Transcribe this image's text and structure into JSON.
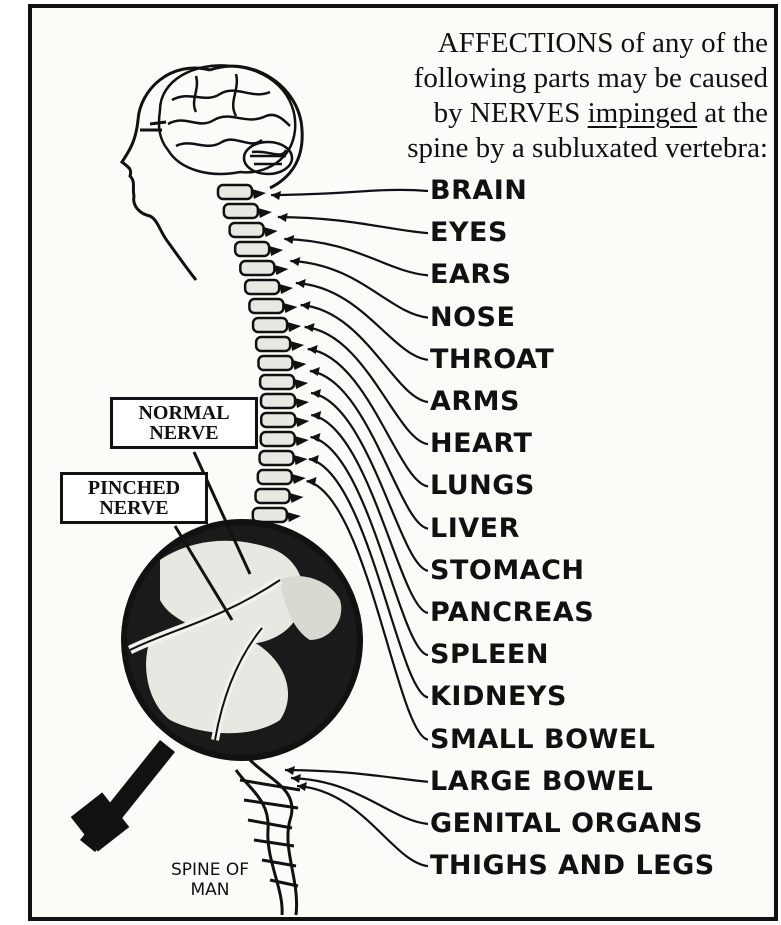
{
  "heading": {
    "line1": "AFFECTIONS of any of the",
    "line2": "following parts may be caused",
    "line3_before": "by NERVES ",
    "line3_underlined": "impinged",
    "line3_after": " at the",
    "line4": "spine by a subluxated vertebra:"
  },
  "parts": [
    "BRAIN",
    "EYES",
    "EARS",
    "NOSE",
    "THROAT",
    "ARMS",
    "HEART",
    "LUNGS",
    "LIVER",
    "STOMACH",
    "PANCREAS",
    "SPLEEN",
    "KIDNEYS",
    "SMALL BOWEL",
    "LARGE BOWEL",
    "GENITAL ORGANS",
    "THIGHS AND LEGS"
  ],
  "callouts": {
    "normal_line1": "NORMAL",
    "normal_line2": "NERVE",
    "pinched_line1": "PINCHED",
    "pinched_line2": "NERVE"
  },
  "spine_caption": {
    "line1": "SPINE OF",
    "line2": "MAN"
  },
  "colors": {
    "ink": "#111111",
    "paper": "#fbfbf8",
    "lens_fill": "#1a1a1a",
    "bone": "#e8e8e2"
  }
}
